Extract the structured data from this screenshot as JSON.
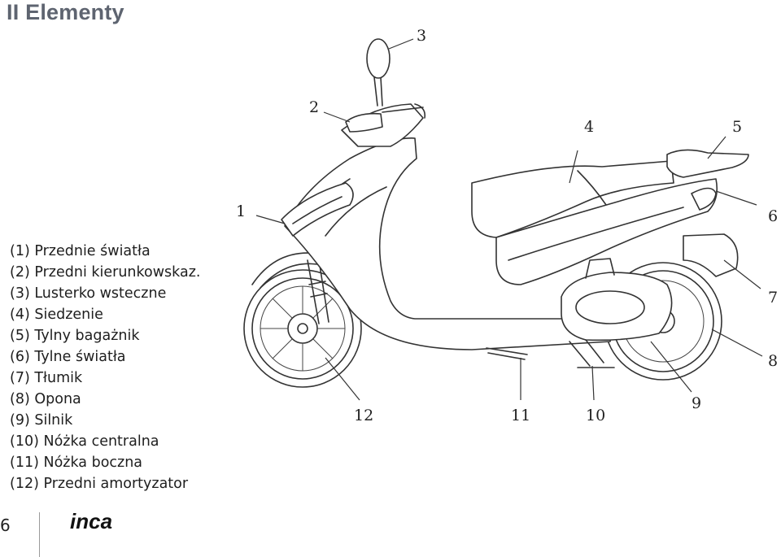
{
  "section_title": "II Elementy",
  "parts": [
    "(1) Przednie światła",
    "(2) Przedni kierunkowskaz.",
    "(3) Lusterko wsteczne",
    "(4) Siedzenie",
    "(5) Tylny bagażnik",
    "(6) Tylne światła",
    "(7) Tłumik",
    "(8) Opona",
    "(9) Silnik",
    "(10) Nóżka centralna",
    "(11) Nóżka boczna",
    "(12) Przedni amortyzator"
  ],
  "callouts": [
    "1",
    "2",
    "3",
    "4",
    "5",
    "6",
    "7",
    "8",
    "9",
    "10",
    "11",
    "12"
  ],
  "page_number": "6",
  "brand_logo": "inca",
  "icons": [
    "scooter-diagram"
  ],
  "colors": {
    "title": "#5e6470",
    "text": "#1e1e1e"
  }
}
